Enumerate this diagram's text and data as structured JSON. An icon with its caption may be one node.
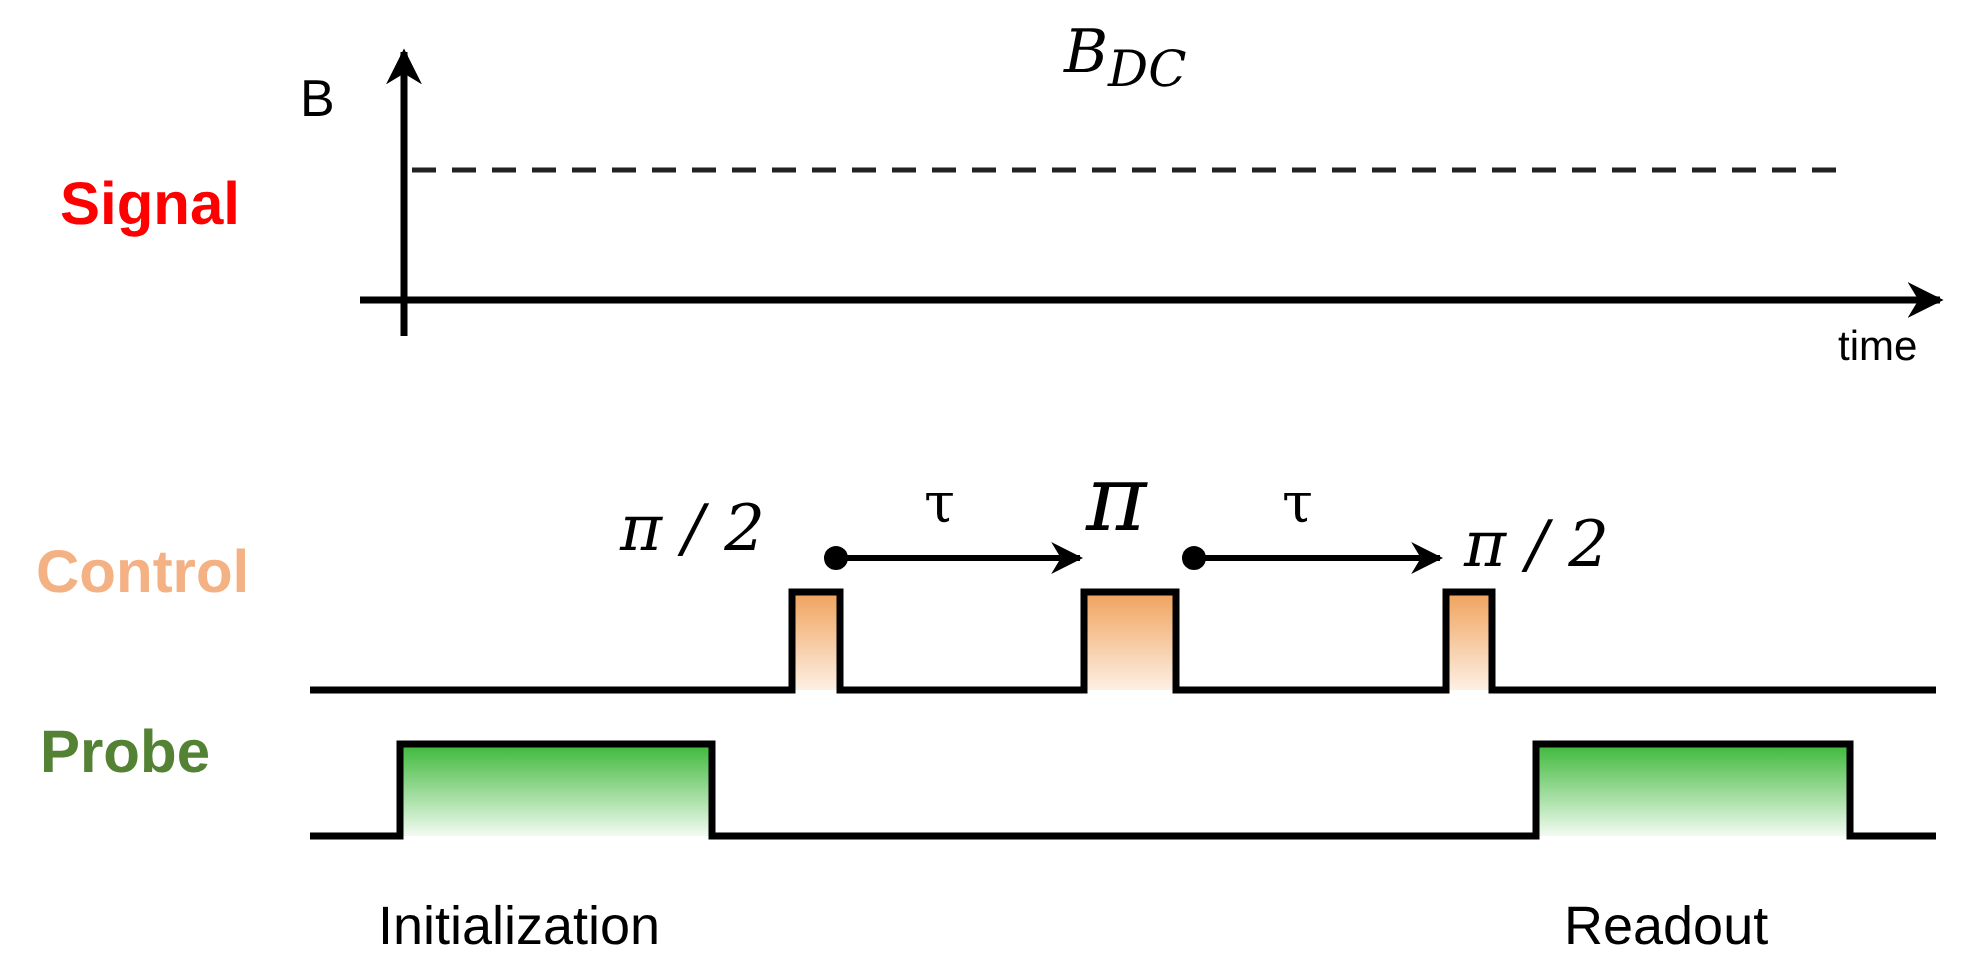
{
  "diagram": {
    "labels": [
      "B$_{DC}$",
      "B",
      "time",
      "Signal",
      "Control",
      "Probe",
      "π / 2",
      "τ",
      "π",
      "τ",
      "π / 2",
      "Initialization",
      "Readout"
    ]
  }
}
